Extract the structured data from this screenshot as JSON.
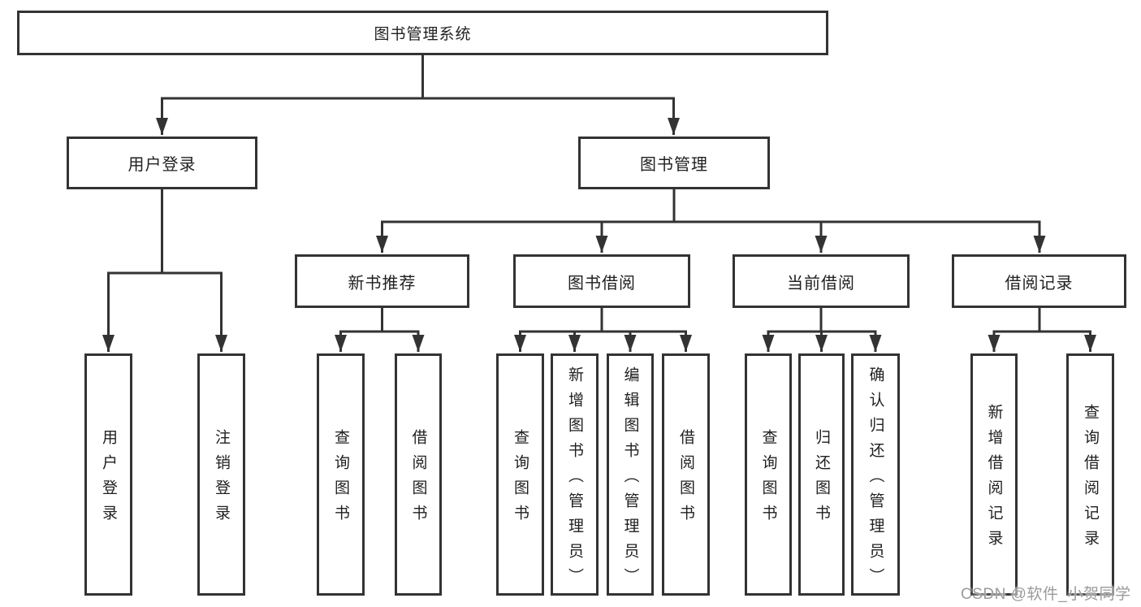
{
  "diagram": {
    "root": {
      "label": "图书管理系统"
    },
    "level2": [
      {
        "label": "用户登录"
      },
      {
        "label": "图书管理"
      }
    ],
    "level3": [
      {
        "label": "新书推荐"
      },
      {
        "label": "图书借阅"
      },
      {
        "label": "当前借阅"
      },
      {
        "label": "借阅记录"
      }
    ],
    "leaves": [
      {
        "label": "用户登录"
      },
      {
        "label": "注销登录"
      },
      {
        "label": "查询图书"
      },
      {
        "label": "借阅图书"
      },
      {
        "label": "查询图书"
      },
      {
        "label": "新增图书（管理员）"
      },
      {
        "label": "编辑图书（管理员）"
      },
      {
        "label": "借阅图书"
      },
      {
        "label": "查询图书"
      },
      {
        "label": "归还图书"
      },
      {
        "label": "确认归还（管理员）"
      },
      {
        "label": "新增借阅记录"
      },
      {
        "label": "查询借阅记录"
      }
    ]
  },
  "watermark": {
    "text": "CSDN @软件_小贺同学"
  },
  "colors": {
    "line": "#333333",
    "box_border": "#333333",
    "box_background": "#ffffff",
    "text": "#1f1f1f",
    "watermark_text": "#9a9a9a"
  }
}
